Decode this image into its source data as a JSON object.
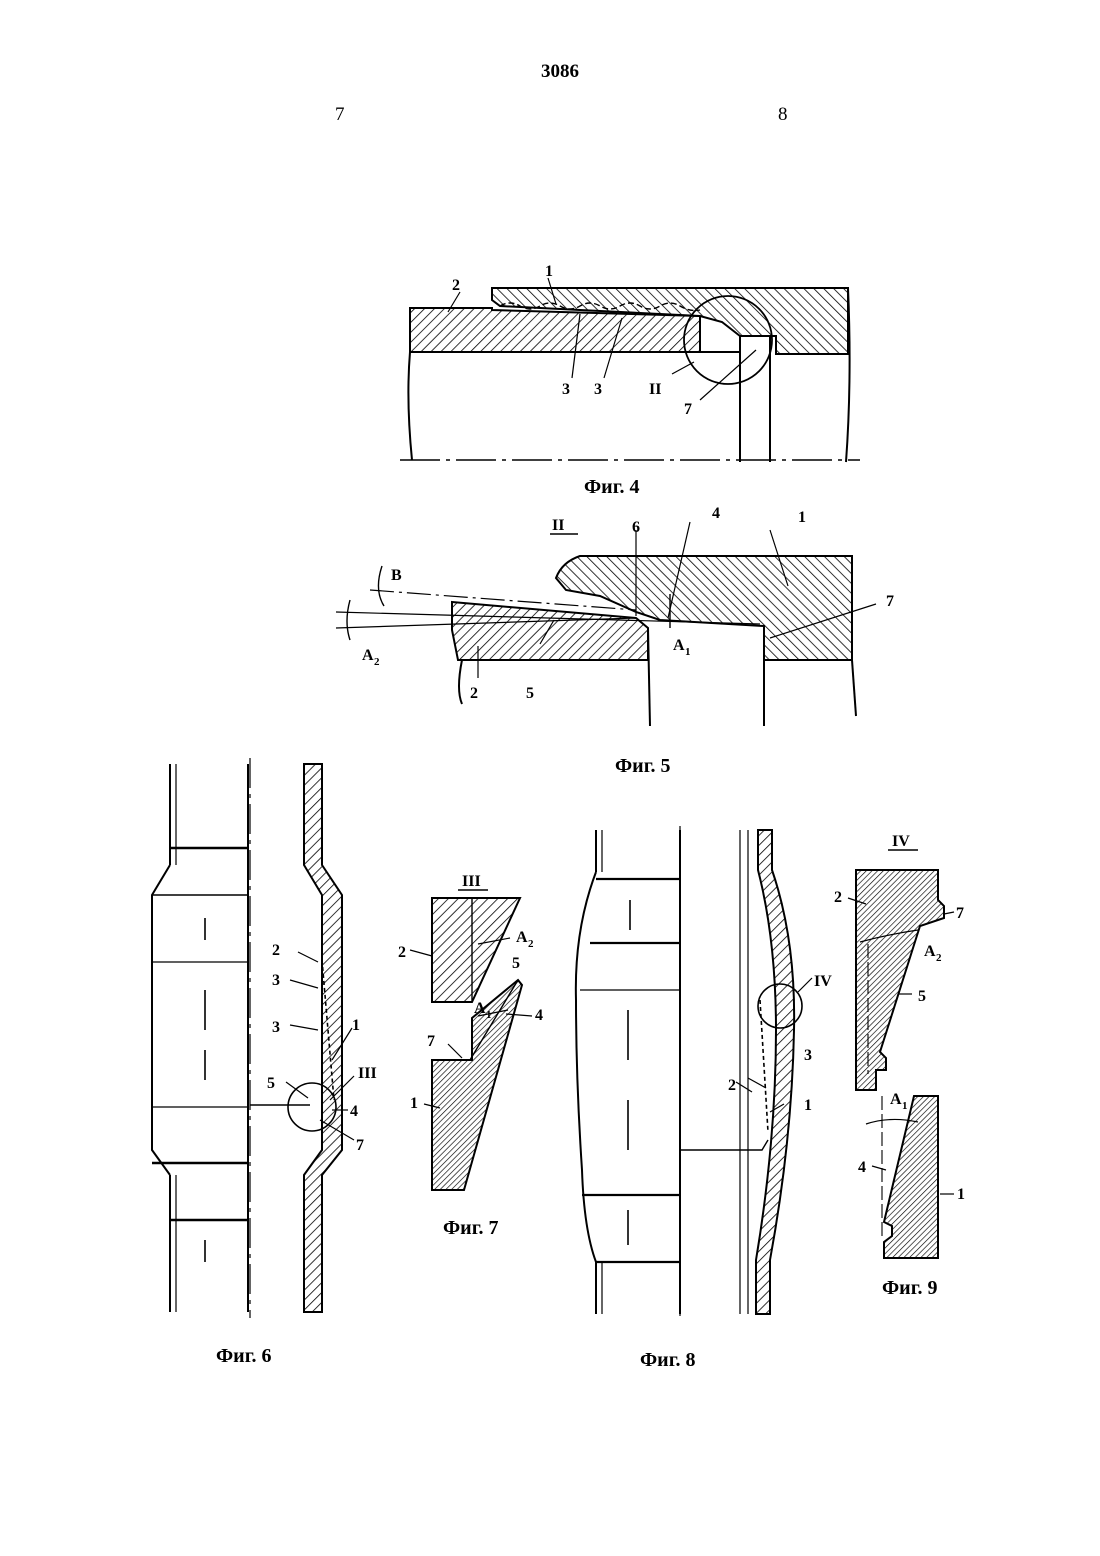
{
  "header": {
    "doc_number": "3086",
    "col_left": "7",
    "col_right": "8"
  },
  "figures": {
    "fig4": {
      "caption": "Фиг. 4",
      "labels": {
        "l1": "1",
        "l2": "2",
        "l3a": "3",
        "l3b": "3",
        "ll": "II",
        "l7": "7"
      }
    },
    "fig5": {
      "caption": "Фиг. 5",
      "view": "II",
      "labels": {
        "l6": "6",
        "l4": "4",
        "l1": "1",
        "l7": "7",
        "lB": "B",
        "lA2": "A",
        "lA2s": "2",
        "lA1": "A",
        "lA1s": "1",
        "l2": "2",
        "l5": "5"
      }
    },
    "fig6": {
      "caption": "Фиг. 6",
      "labels": {
        "l2": "2",
        "l3a": "3",
        "l3b": "3",
        "l1": "1",
        "lIII": "III",
        "l5": "5",
        "l4": "4",
        "l7": "7"
      }
    },
    "fig7": {
      "caption": "Фиг. 7",
      "view": "III",
      "labels": {
        "l2": "2",
        "lA2": "A",
        "lA2s": "2",
        "l5": "5",
        "lA1": "A",
        "lA1s": "1",
        "l4": "4",
        "l7": "7",
        "l1": "1"
      }
    },
    "fig8": {
      "caption": "Фиг. 8",
      "labels": {
        "lIV": "IV",
        "l3": "3",
        "l2": "2",
        "l1": "1"
      }
    },
    "fig9": {
      "caption": "Фиг. 9",
      "view": "IV",
      "labels": {
        "l2": "2",
        "l7": "7",
        "lA2": "A",
        "lA2s": "2",
        "l5": "5",
        "lA1": "A",
        "lA1s": "1",
        "l4": "4",
        "l1": "1"
      }
    }
  }
}
